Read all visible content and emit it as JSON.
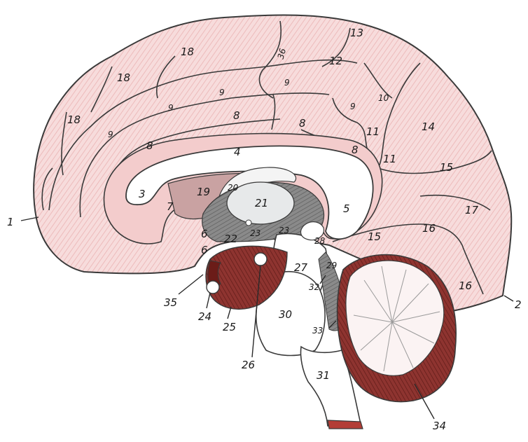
{
  "figure": {
    "subject": "midsagittal-section-of-brain",
    "colors": {
      "cortex": "#f6d6d6",
      "cortex_hatch": "#e9a5a5",
      "outline": "#3a3a3a",
      "white_matter": "#ffffff",
      "ventricle": "#e6ebee",
      "diencephalon": "#b98e8e",
      "dark_shade": "#6f6f6f",
      "brainstem_red": "#8e2a26",
      "cerebellum_dark": "#7a1f1c"
    },
    "labels": [
      {
        "id": "l1",
        "text": "1"
      },
      {
        "id": "l2",
        "text": "2"
      },
      {
        "id": "l3",
        "text": "3"
      },
      {
        "id": "l4",
        "text": "4"
      },
      {
        "id": "l5",
        "text": "5"
      },
      {
        "id": "l6a",
        "text": "6"
      },
      {
        "id": "l6b",
        "text": "6"
      },
      {
        "id": "l7",
        "text": "7"
      },
      {
        "id": "l8a",
        "text": "8"
      },
      {
        "id": "l8b",
        "text": "8"
      },
      {
        "id": "l8c",
        "text": "8"
      },
      {
        "id": "l8d",
        "text": "8"
      },
      {
        "id": "l9a",
        "text": "9"
      },
      {
        "id": "l9b",
        "text": "9"
      },
      {
        "id": "l9c",
        "text": "9"
      },
      {
        "id": "l9d",
        "text": "9"
      },
      {
        "id": "l9e",
        "text": "9"
      },
      {
        "id": "l10",
        "text": "10"
      },
      {
        "id": "l11a",
        "text": "11"
      },
      {
        "id": "l11b",
        "text": "11"
      },
      {
        "id": "l12",
        "text": "12"
      },
      {
        "id": "l13",
        "text": "13"
      },
      {
        "id": "l14",
        "text": "14"
      },
      {
        "id": "l15a",
        "text": "15"
      },
      {
        "id": "l15b",
        "text": "15"
      },
      {
        "id": "l16a",
        "text": "16"
      },
      {
        "id": "l16b",
        "text": "16"
      },
      {
        "id": "l17",
        "text": "17"
      },
      {
        "id": "l18a",
        "text": "18"
      },
      {
        "id": "l18b",
        "text": "18"
      },
      {
        "id": "l18c",
        "text": "18"
      },
      {
        "id": "l19",
        "text": "19"
      },
      {
        "id": "l20",
        "text": "20"
      },
      {
        "id": "l21",
        "text": "21"
      },
      {
        "id": "l22",
        "text": "22"
      },
      {
        "id": "l23a",
        "text": "23"
      },
      {
        "id": "l23b",
        "text": "23"
      },
      {
        "id": "l24",
        "text": "24"
      },
      {
        "id": "l25",
        "text": "25"
      },
      {
        "id": "l26",
        "text": "26"
      },
      {
        "id": "l27",
        "text": "27"
      },
      {
        "id": "l28",
        "text": "28"
      },
      {
        "id": "l29",
        "text": "29"
      },
      {
        "id": "l30",
        "text": "30"
      },
      {
        "id": "l31",
        "text": "31"
      },
      {
        "id": "l32",
        "text": "32"
      },
      {
        "id": "l33",
        "text": "33"
      },
      {
        "id": "l34",
        "text": "34"
      },
      {
        "id": "l35",
        "text": "35"
      },
      {
        "id": "l36",
        "text": "36"
      }
    ]
  }
}
